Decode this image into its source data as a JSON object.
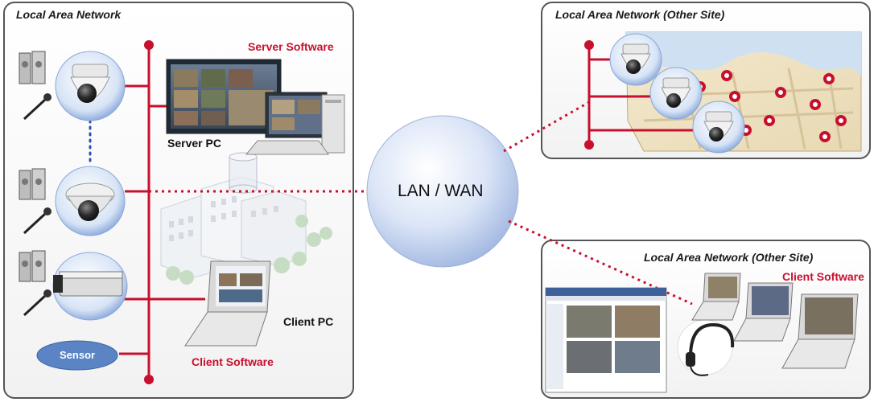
{
  "main_lan": {
    "title": "Local Area Network",
    "server_software": "Server Software",
    "server_pc": "Server PC",
    "client_pc": "Client PC",
    "client_software": "Client Software",
    "sensor": "Sensor"
  },
  "wan": {
    "label": "LAN / WAN"
  },
  "remote_site_1": {
    "title": "Local Area Network (Other Site)"
  },
  "remote_site_2": {
    "title": "Local Area Network (Other Site)",
    "client_software": "Client Software"
  },
  "colors": {
    "network_line": "#c8102e",
    "camera_link": "#2a4fb0",
    "sensor_fill": "#5a84c4",
    "globe_fill": "#d4e0f6"
  }
}
